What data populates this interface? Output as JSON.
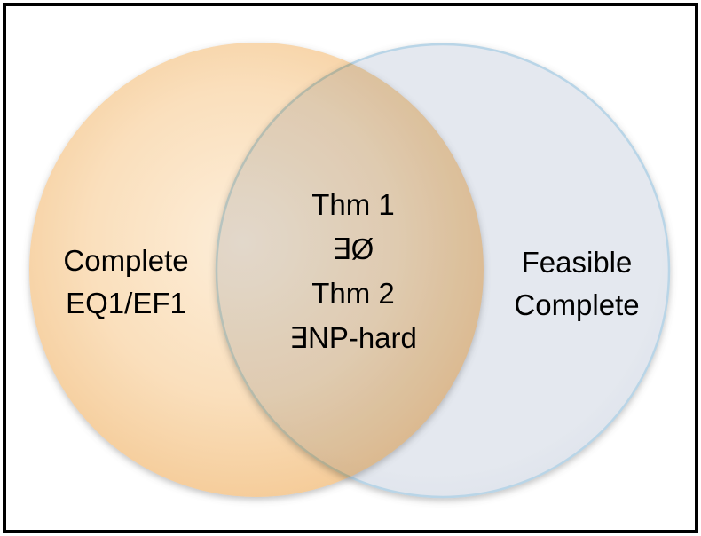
{
  "diagram": {
    "type": "venn",
    "frame_color": "#000000",
    "text_color": "#000000",
    "left_set": {
      "lines": [
        "Complete",
        "EQ1/EF1"
      ],
      "fill_center": "#fdeed9",
      "fill_mid": "#fadfbc",
      "fill_edge": "#f4c892"
    },
    "right_set": {
      "lines": [
        "Feasible",
        "Complete"
      ],
      "fill_center": "#e4e8ef",
      "fill_edge": "#dce1ea",
      "stroke": "#b9d5e7"
    },
    "intersection": {
      "lines": [
        "Thm 1",
        "∃Ø",
        "Thm 2",
        "∃NP-hard"
      ]
    }
  }
}
